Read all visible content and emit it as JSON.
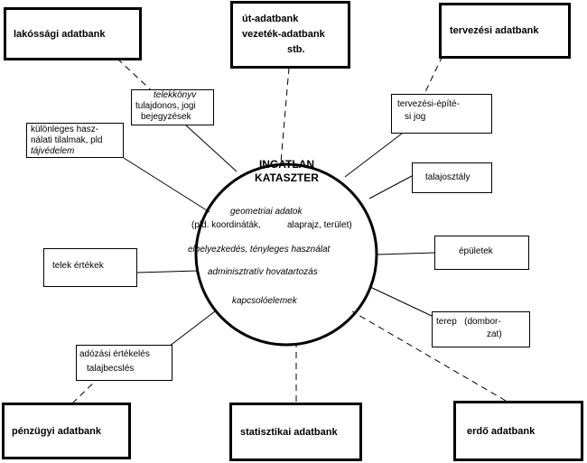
{
  "databanks": {
    "lakossagi": "lakóssági adatbank",
    "ut": [
      "út-adatbank",
      "vezeték-adatbank",
      "stb."
    ],
    "tervezesi": "tervezési adatbank",
    "penzugyi": "pénzügyi adatbank",
    "statisztikai": "statisztikai adatbank",
    "erdo": "erdő  adatbank"
  },
  "boxes": {
    "telekkonyv": [
      "telekkönyv",
      "tulajdonos, jogi",
      "bejegyzések"
    ],
    "kulonleges": [
      "különleges hasz-",
      "nálati tilalmak, pld",
      "tájvédelem"
    ],
    "tervezes_epites": [
      "tervezési-építé-",
      "si jog"
    ],
    "talajosztaly": "talajosztály",
    "epuletek": "épületek",
    "telek_ertekek": "telek értékek",
    "terep": [
      "terep   (dombor-",
      "zat)"
    ],
    "adozasi": [
      "adózási értékelés",
      "talajbecslés"
    ]
  },
  "center": {
    "title": [
      "INGATLAN",
      "KATASZTER"
    ],
    "geometriai": "geometriai adatok",
    "pld": "(pld. koordináták,",
    "alaprajz": "alaprajz, terület)",
    "elhelyezkedes": "elhelyezkedés, tényleges használat",
    "adminisztrativ": "adminisztratív hovatartozás",
    "kapcsolo": "kapcsolóelemek"
  }
}
